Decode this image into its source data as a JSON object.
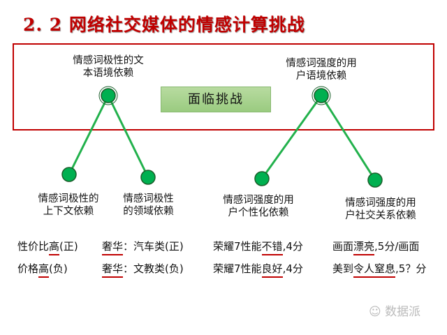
{
  "title": "2. 2 网络社交媒体的情感计算挑战",
  "center_button": "面临挑战",
  "top_nodes": [
    "情感词极性的文\n本语境依赖",
    "情感词强度的用\n户语境依赖"
  ],
  "bottom_nodes": [
    "情感词极性的\n上下文依赖",
    "情感词极性\n的领域依赖",
    "情感词强度的用\n户个性化依赖",
    "情感词强度的用\n户社交关系依赖"
  ],
  "examples": [
    [
      {
        "pre": "性价比",
        "u": "高",
        "post": "(正)"
      },
      {
        "pre": "",
        "u": "奢华",
        "post": "：汽车类(正)"
      },
      {
        "pre": "荣耀7性能",
        "u": "不错",
        "post": ",4分"
      },
      {
        "pre": "画面",
        "u": "漂亮",
        "post": ",5分/画面"
      }
    ],
    [
      {
        "pre": "价格",
        "u": "高",
        "post": "(负)"
      },
      {
        "pre": "",
        "u": "奢华",
        "post": "：文教类(负)"
      },
      {
        "pre": "荣耀7性能",
        "u": "良好",
        "post": ",4分"
      },
      {
        "pre": "美到",
        "u": "令人窒息",
        "post": ",5？分"
      }
    ]
  ],
  "watermark": "数据派",
  "colors": {
    "title": "#c00000",
    "node": "#00b050",
    "line": "#22b14c",
    "underline": "#c00000"
  }
}
